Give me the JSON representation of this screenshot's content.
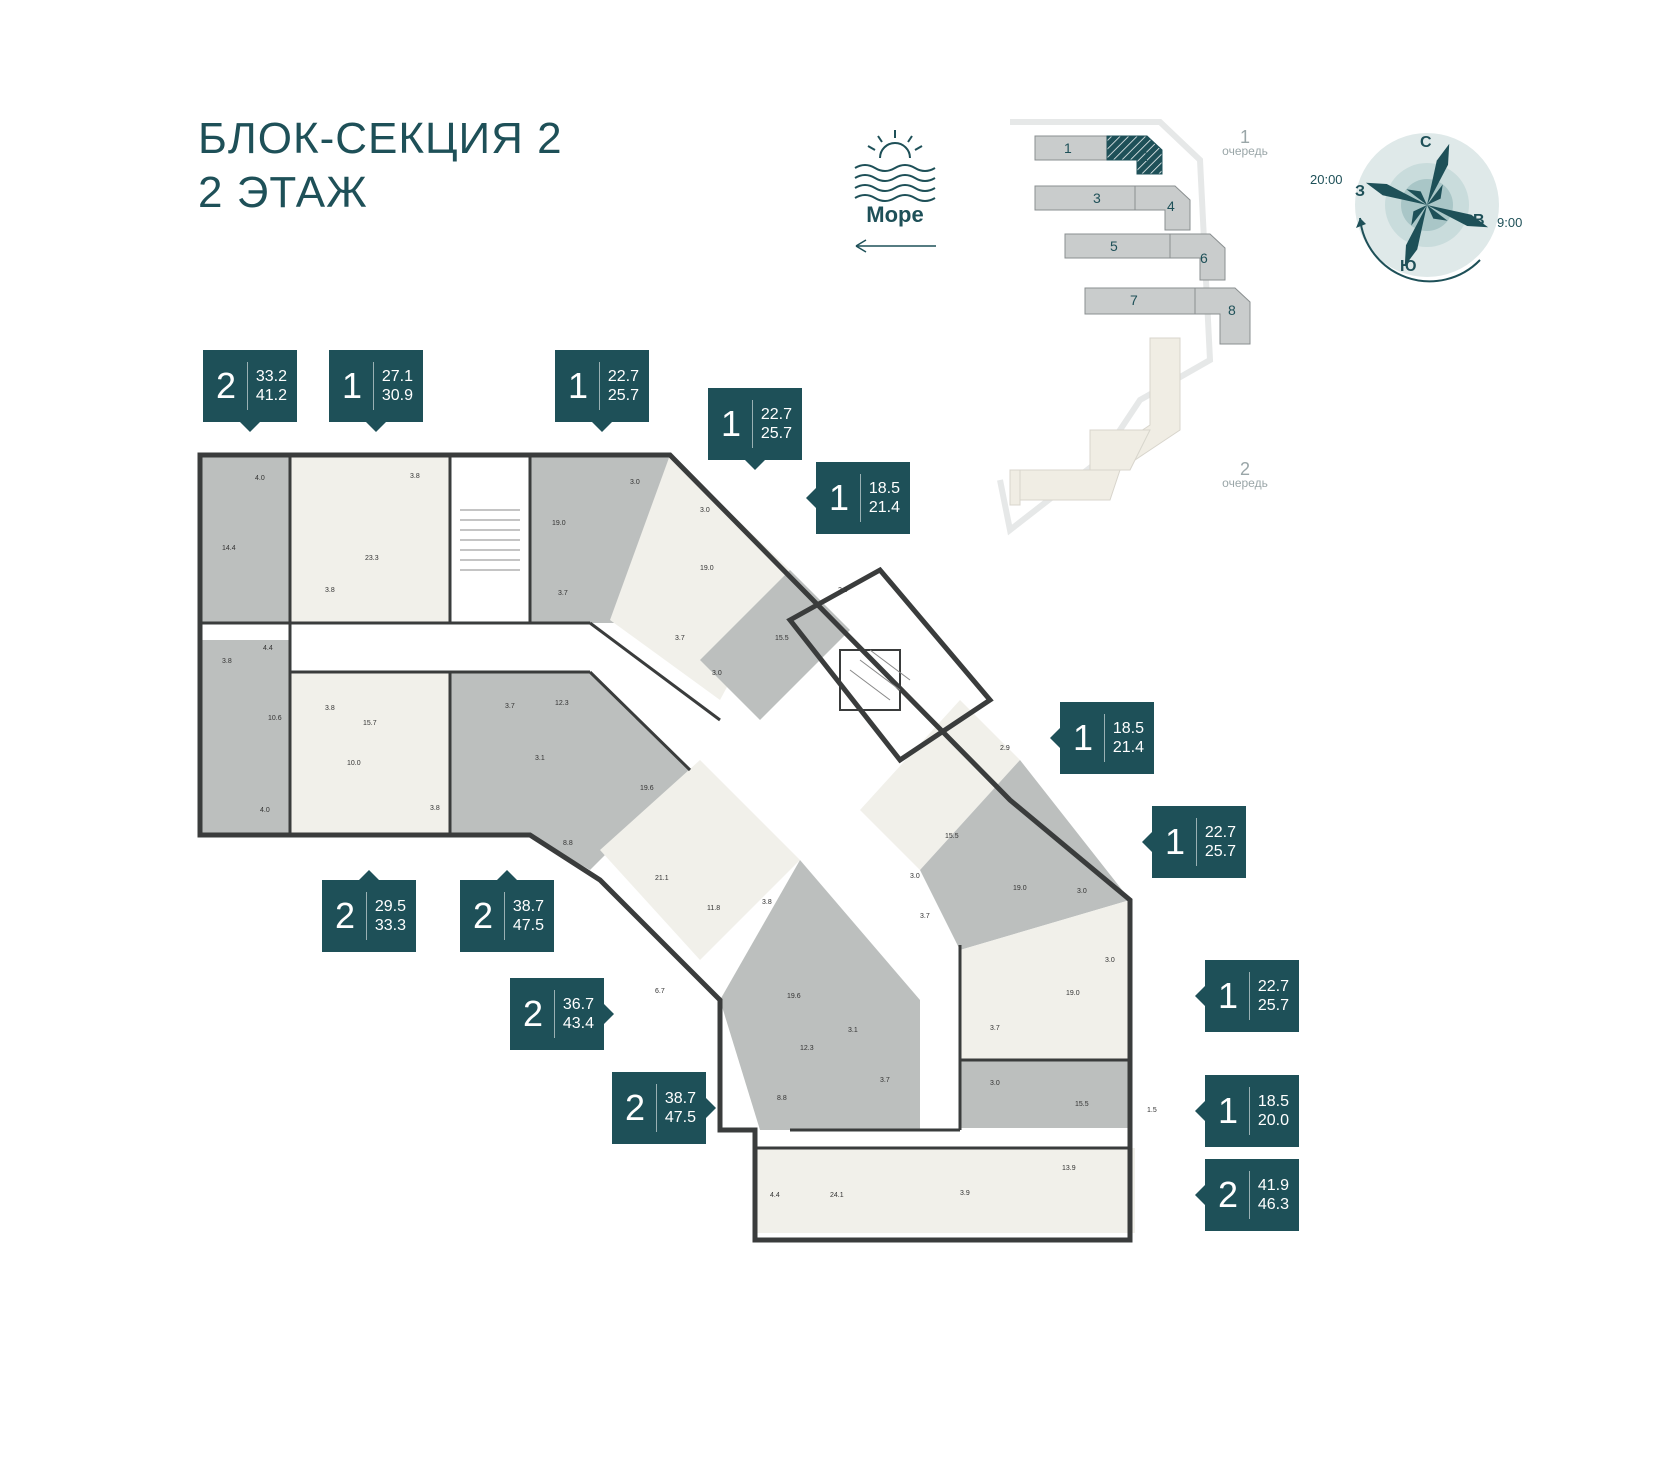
{
  "header": {
    "line1": "БЛОК-СЕКЦИЯ 2",
    "line2": "2 ЭТАЖ"
  },
  "sea": {
    "label": "Море",
    "icon": "sea-sun-icon",
    "direction_icon": "arrow-left-icon"
  },
  "site_plan": {
    "sections": [
      "1",
      "2",
      "3",
      "4",
      "5",
      "6",
      "7",
      "8"
    ],
    "highlighted_section": "2",
    "queue1": {
      "number": "1",
      "label": "очередь"
    },
    "queue2": {
      "number": "2",
      "label": "очередь"
    }
  },
  "compass": {
    "north": "С",
    "east": "В",
    "south": "Ю",
    "west": "З",
    "time_evening": "20:00",
    "time_morning": "9:00",
    "icon": "compass-rose-icon"
  },
  "colors": {
    "accent": "#1e5058",
    "unit_dark": "#bcbfbe",
    "unit_light": "#f1f0ea",
    "wall": "#3a3c3c"
  },
  "apartments": [
    {
      "rooms": "2",
      "area": "33.2",
      "total": "41.2"
    },
    {
      "rooms": "1",
      "area": "27.1",
      "total": "30.9"
    },
    {
      "rooms": "1",
      "area": "22.7",
      "total": "25.7"
    },
    {
      "rooms": "1",
      "area": "22.7",
      "total": "25.7"
    },
    {
      "rooms": "1",
      "area": "18.5",
      "total": "21.4"
    },
    {
      "rooms": "1",
      "area": "18.5",
      "total": "21.4"
    },
    {
      "rooms": "1",
      "area": "22.7",
      "total": "25.7"
    },
    {
      "rooms": "1",
      "area": "22.7",
      "total": "25.7"
    },
    {
      "rooms": "1",
      "area": "18.5",
      "total": "20.0"
    },
    {
      "rooms": "2",
      "area": "41.9",
      "total": "46.3"
    },
    {
      "rooms": "2",
      "area": "29.5",
      "total": "33.3"
    },
    {
      "rooms": "2",
      "area": "38.7",
      "total": "47.5"
    },
    {
      "rooms": "2",
      "area": "36.7",
      "total": "43.4"
    },
    {
      "rooms": "2",
      "area": "38.7",
      "total": "47.5"
    }
  ],
  "room_areas": [
    "4.0",
    "3.8",
    "23.3",
    "3.8",
    "14.4",
    "3.8",
    "4.4",
    "10.6",
    "4.0",
    "3.0",
    "19.0",
    "3.7",
    "3.0",
    "19.0",
    "3.7",
    "3.0",
    "15.5",
    "2.9",
    "3.8",
    "15.7",
    "10.0",
    "3.8",
    "3.7",
    "12.3",
    "3.1",
    "19.6",
    "8.8",
    "21.1",
    "11.8",
    "3.8",
    "6.7",
    "19.6",
    "12.3",
    "3.1",
    "3.7",
    "8.8",
    "2.9",
    "15.5",
    "3.0",
    "3.7",
    "19.0",
    "3.0",
    "3.0",
    "19.0",
    "3.7",
    "3.0",
    "15.5",
    "1.5",
    "4.4",
    "24.1",
    "3.9",
    "13.9"
  ]
}
